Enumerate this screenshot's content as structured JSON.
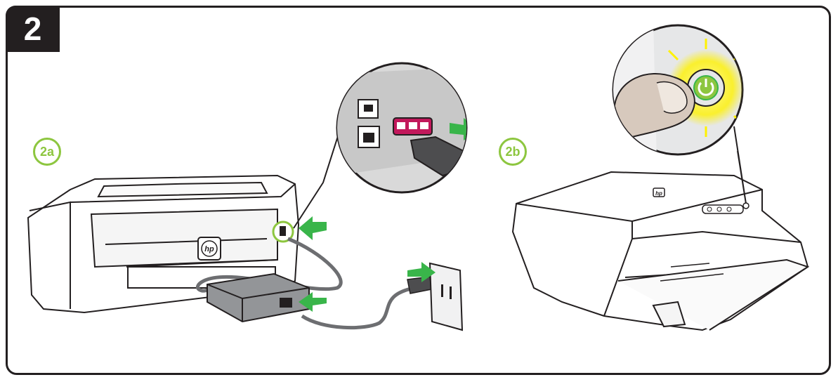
{
  "step": {
    "number": "2"
  },
  "substeps": {
    "a": "2a",
    "b": "2b"
  },
  "logos": {
    "rear_logo": "hp",
    "top_logo": "hp"
  },
  "colors": {
    "frame": "#231f20",
    "accent_green": "#8dc63f",
    "arrow_green": "#39b54a",
    "usb_magenta": "#c2185b",
    "cable_gray": "#6d6e71",
    "outline": "#231f20",
    "callout_bg": "#d9d9d9",
    "power_glow": "#fff200"
  }
}
